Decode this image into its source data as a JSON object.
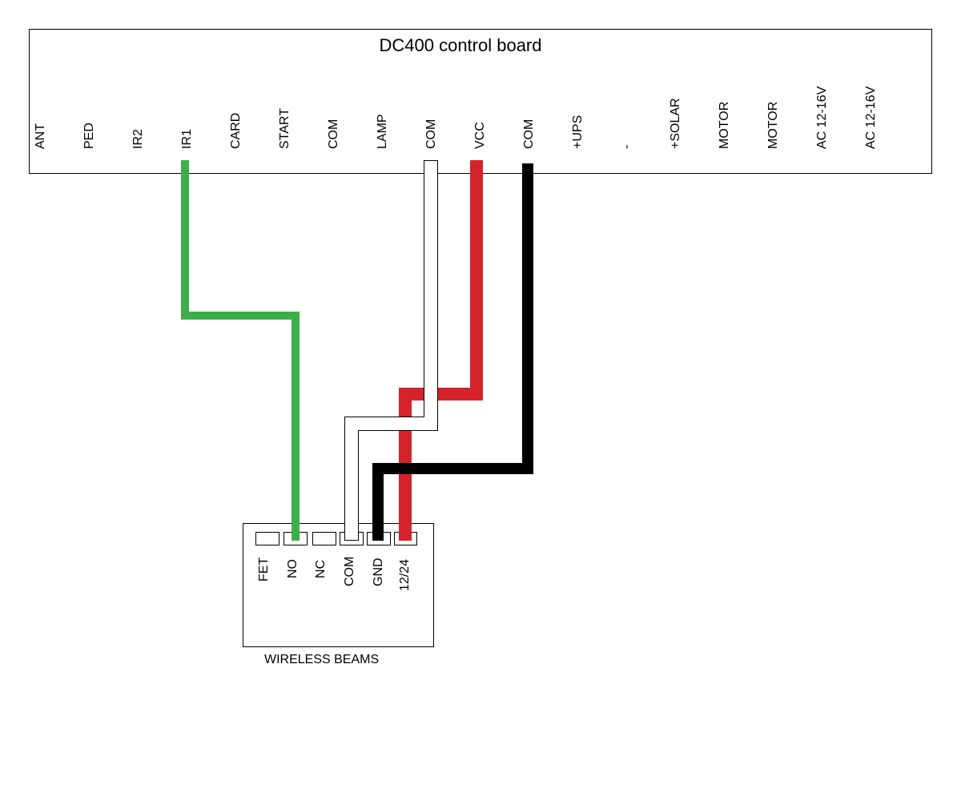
{
  "board": {
    "title": "DC400 control board",
    "terminals": [
      "ANT",
      "PED",
      "IR2",
      "IR1",
      "CARD",
      "START",
      "COM",
      "LAMP",
      "COM",
      "VCC",
      "COM",
      "+UPS",
      "-",
      "+SOLAR",
      "MOTOR",
      "MOTOR",
      "AC 12-16V",
      "AC 12-16V"
    ]
  },
  "beams": {
    "label": "WIRELESS BEAMS",
    "terminals": [
      "FET",
      "NO",
      "NC",
      "COM",
      "GND",
      "12/24"
    ]
  },
  "wires": [
    {
      "from": "IR1",
      "to": "NO",
      "color": "#3daf4a"
    },
    {
      "from": "COM",
      "to": "COM",
      "color": "#ffffff"
    },
    {
      "from": "VCC",
      "to": "12/24",
      "color": "#d5232b"
    },
    {
      "from": "COM",
      "to": "GND",
      "color": "#000000"
    }
  ]
}
